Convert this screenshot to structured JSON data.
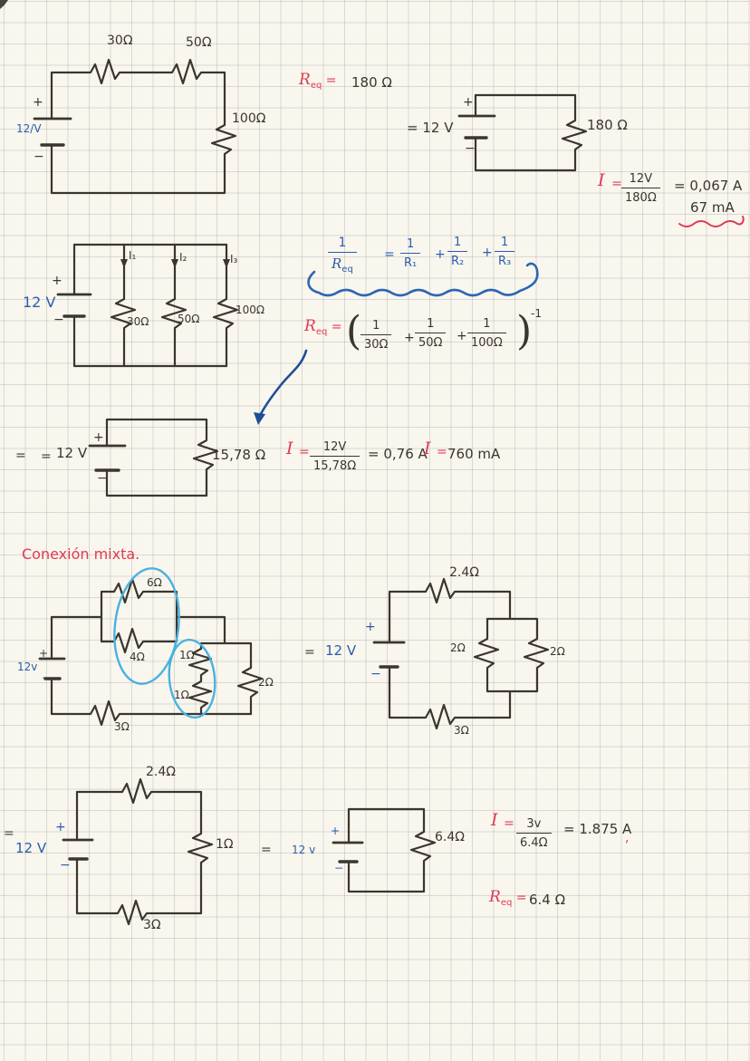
{
  "ink": {
    "black": "#3a362e",
    "blue": "#2b5cab",
    "red": "#e03a50",
    "cyan": "#49b1e0",
    "paper": "#f9f6ee"
  },
  "s1": {
    "r_top1": "30Ω",
    "r_top2": "50Ω",
    "r_right": "100Ω",
    "plus": "+",
    "minus": "−",
    "source": "12/V",
    "req": {
      "r": "R",
      "sub": "eq",
      "eq": "=",
      "value": "180 Ω"
    }
  },
  "s1eq": {
    "eq_source": "=  12 V",
    "plus": "+",
    "minus": "−",
    "r_right": "180 Ω"
  },
  "calc1": {
    "i": "I",
    "eq": "=",
    "num": "12V",
    "den": "180Ω",
    "result": "= 0,067 A",
    "milli": "67 mA"
  },
  "s2": {
    "source": "12 V",
    "plus": "+",
    "minus": "−",
    "i1": "I₁",
    "i2": "I₂",
    "i3": "I₃",
    "r1": "30Ω",
    "r2": "50Ω",
    "r3": "100Ω"
  },
  "fblue": {
    "lhs_num": "1",
    "lhs_r": "R",
    "lhs_sub": "eq",
    "eq": "=",
    "t1_num": "1",
    "t1_den": "R₁",
    "plus1": "+",
    "t2_num": "1",
    "t2_den": "R₂",
    "plus2": "+",
    "t3_num": "1",
    "t3_den": "R₃"
  },
  "freq": {
    "r": "R",
    "sub": "eq",
    "eq": "=",
    "open": "(",
    "t1_num": "1",
    "t1_den": "30Ω",
    "plus1": "+",
    "t2_num": "1",
    "t2_den": "50Ω",
    "plus2": "+",
    "t3_num": "1",
    "t3_den": "100Ω",
    "close": ")",
    "exp": "-1"
  },
  "s3": {
    "eq1": "=",
    "eq2": "=",
    "source": "12 V",
    "plus": "+",
    "minus": "−",
    "r_right": "15,78 Ω"
  },
  "calc2": {
    "i1": "I",
    "eq1": "=",
    "num": "12V",
    "den": "15,78Ω",
    "result": "= 0,76 A",
    "i2": "I",
    "eq2": "=",
    "milli": "760 mA"
  },
  "s4": {
    "heading": "Conexión mixta.",
    "left": {
      "source": "12v",
      "plus": "+",
      "minus": "−",
      "r6": "6Ω",
      "r4": "4Ω",
      "r1a": "1Ω",
      "r1b": "1Ω",
      "r2": "2Ω",
      "r3": "3Ω"
    },
    "right": {
      "eq": "=",
      "source": "12 V",
      "plus": "+",
      "minus": "−",
      "r_top": "2.4Ω",
      "r_left": "2Ω",
      "r_right": "2Ω",
      "r_bottom": "3Ω"
    }
  },
  "s5": {
    "left": {
      "eq1": "=",
      "source": "12 V",
      "plus": "+",
      "minus": "−",
      "r_top": "2.4Ω",
      "r_right": "1Ω",
      "r_bottom": "3Ω",
      "eq2": "="
    },
    "mid": {
      "source": "12 v",
      "plus": "+",
      "minus": "−",
      "r_right": "6.4Ω"
    },
    "calc": {
      "i": "I",
      "eq": "=",
      "num": "3v",
      "den": "6.4Ω",
      "result": "= 1.875 A",
      "mark": ",",
      "req_r": "R",
      "req_sub": "eq",
      "req_eq": "=",
      "req_value": "6.4 Ω"
    }
  }
}
